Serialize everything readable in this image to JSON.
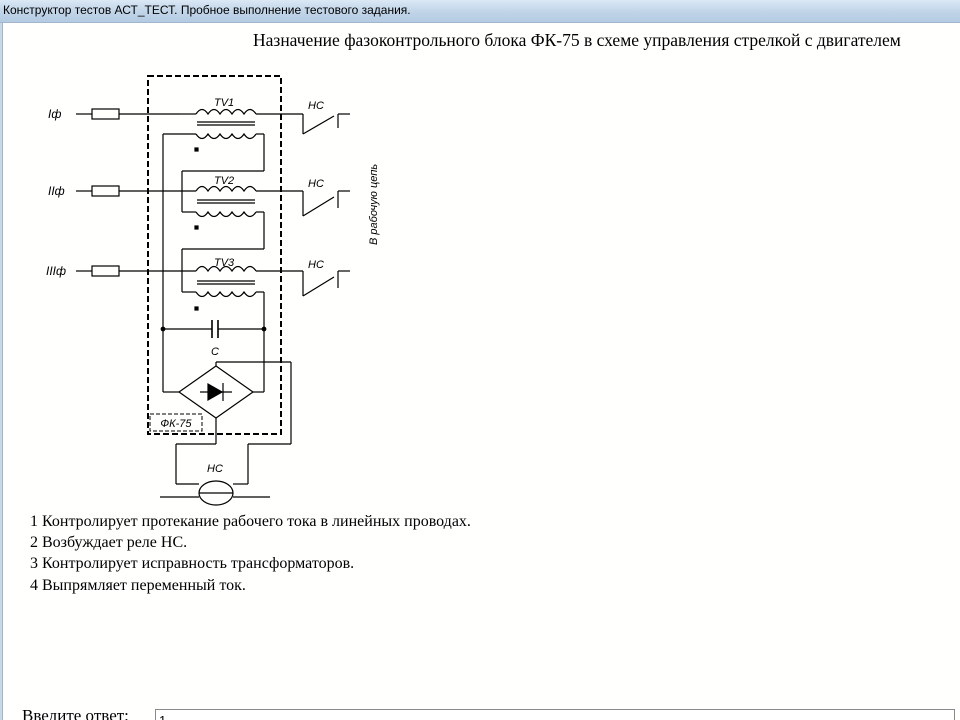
{
  "window": {
    "title": "Конструктор тестов АСТ_ТЕСТ. Пробное выполнение тестового задания."
  },
  "question": {
    "text": "Назначение фазоконтрольного блока ФК-75 в схеме управления стрелкой с двигателем"
  },
  "diagram": {
    "phases": [
      "Iф",
      "IIф",
      "IIIф"
    ],
    "transformers": [
      "TV1",
      "TV2",
      "TV3"
    ],
    "relay": "НС",
    "capacitor": "С",
    "block_label": "ФК-75",
    "side_label": "В рабочую цепь"
  },
  "answers": [
    "1 Контролирует протекание рабочего тока в линейных проводах.",
    "2 Возбуждает реле НС.",
    "3 Контролирует исправность трансформаторов.",
    "4 Выпрямляет переменный ток."
  ],
  "answer_prompt": {
    "label": "Введите ответ:",
    "value": "1"
  }
}
